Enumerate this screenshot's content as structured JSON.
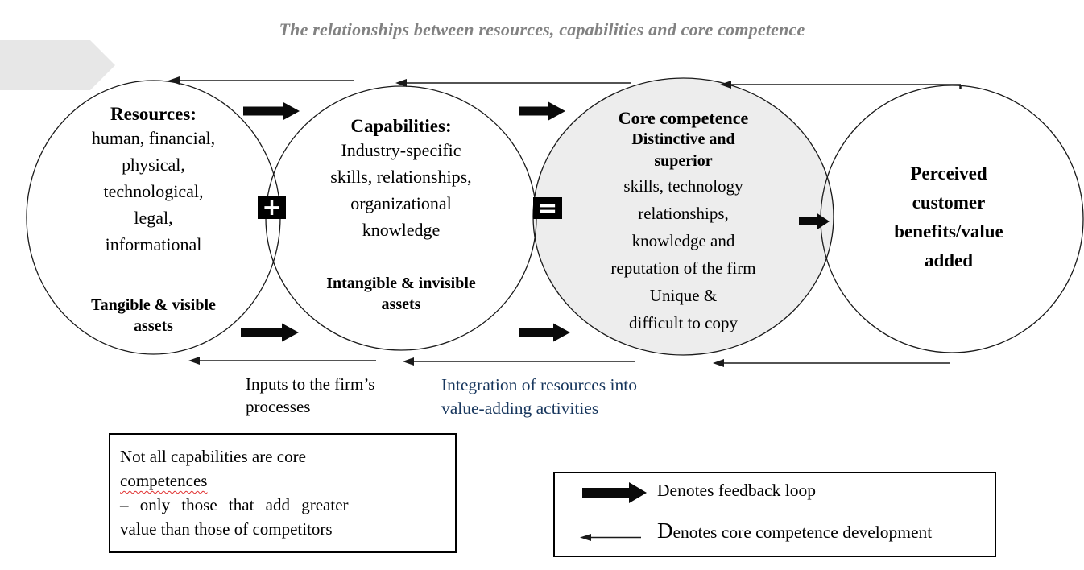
{
  "title": "The relationships between resources, capabilities and core competence",
  "colors": {
    "title_gray": "#828282",
    "core_circle_fill": "#ededed",
    "integration_blue": "#17365d",
    "spellcheck_red": "#e03030",
    "banner_gray": "#e7e7e7"
  },
  "circles": {
    "resources": {
      "heading": "Resources:",
      "body": "human, financial,\nphysical,\ntechnological,\nlegal,\ninformational",
      "caption": "Tangible & visible\nassets"
    },
    "capabilities": {
      "heading": "Capabilities:",
      "body": "Industry-specific\nskills, relationships,\norganizational\nknowledge",
      "caption": "Intangible & invisible\nassets"
    },
    "core_competence": {
      "heading": "Core competence",
      "subheading": "Distinctive and\nsuperior",
      "body": "skills, technology\nrelationships,\nknowledge and\nreputation of the firm\nUnique &\ndifficult to copy"
    },
    "perceived_value": {
      "heading": "Perceived\ncustomer\nbenefits/value\nadded"
    }
  },
  "operators": {
    "plus": "+",
    "equals": "="
  },
  "labels": {
    "inputs": "Inputs to the firm’s\nprocesses",
    "integration": "Integration of resources into\nvalue-adding activities"
  },
  "note_box": {
    "line1": "Not all capabilities are core",
    "line2": "competences",
    "line3": "– only those that add greater",
    "line4": "value than those of competitors"
  },
  "legend": {
    "feedback": "Denotes feedback loop",
    "development": "Denotes core competence development"
  }
}
